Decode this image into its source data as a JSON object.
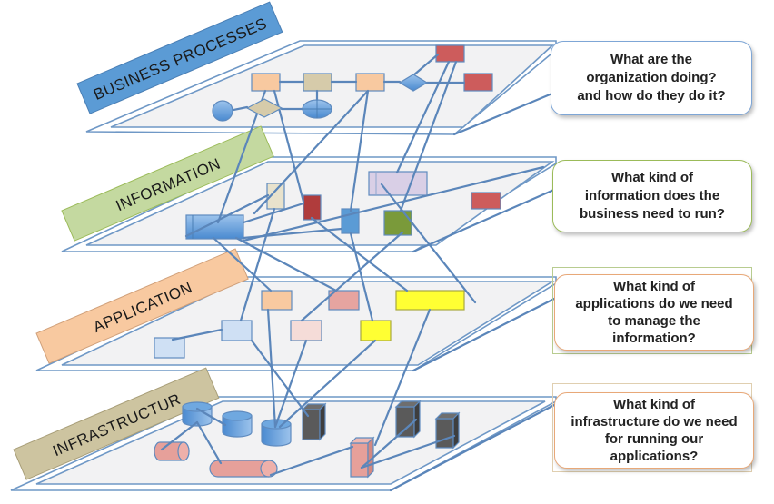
{
  "layers": [
    {
      "id": "business",
      "label": "BUSINESS PROCESSES",
      "label_color": "#5b9bd5",
      "question": "What are the organization doing? and how do they do it?",
      "question_lines": [
        "What are the",
        "organization doing?",
        "and how do they do it?"
      ],
      "question_border": "#7ea6d6",
      "elements": [
        {
          "kind": "process",
          "color": "#f8c9a0",
          "name": "process-box-1"
        },
        {
          "kind": "process",
          "color": "#d6cbaa",
          "name": "process-box-2"
        },
        {
          "kind": "process",
          "color": "#f8c9a0",
          "name": "process-box-3"
        },
        {
          "kind": "decision",
          "color": "#5b9bd5",
          "name": "decision-diamond-blue"
        },
        {
          "kind": "process",
          "color": "#cd5c5c",
          "name": "red-box-top"
        },
        {
          "kind": "process",
          "color": "#cd5c5c",
          "name": "red-box-right"
        },
        {
          "kind": "start",
          "color": "#5b9bd5",
          "name": "start-circle"
        },
        {
          "kind": "decision",
          "color": "#d6cbaa",
          "name": "decision-diamond-tan"
        },
        {
          "kind": "merge",
          "color": "#5b9bd5",
          "name": "merge-ellipse"
        }
      ]
    },
    {
      "id": "information",
      "label": "INFORMATION",
      "label_color": "#c4d9a0",
      "question": "What kind of information does the business need to run?",
      "question_lines": [
        "What kind of",
        "information does the",
        "business need to run?"
      ],
      "question_border": "#9bbb59",
      "elements": [
        {
          "kind": "entity",
          "color": "#6fa8e0",
          "name": "entity-blue-large"
        },
        {
          "kind": "entity",
          "color": "#e8e2cc",
          "name": "entity-beige"
        },
        {
          "kind": "entity",
          "color": "#b03c3c",
          "name": "entity-dark-red"
        },
        {
          "kind": "entity",
          "color": "#5b9bd5",
          "name": "entity-blue-small"
        },
        {
          "kind": "entity",
          "color": "#d9cfe6",
          "name": "entity-lavender"
        },
        {
          "kind": "entity",
          "color": "#7a9a3a",
          "name": "entity-olive"
        },
        {
          "kind": "entity",
          "color": "#cd5c5c",
          "name": "entity-red"
        }
      ]
    },
    {
      "id": "application",
      "label": "APPLICATION",
      "label_color": "#f8c9a0",
      "question": "What kind of applications do we need to manage the information?",
      "question_lines": [
        "What kind of",
        "applications do we need",
        "to manage the",
        "information?"
      ],
      "question_border": "#e8a878",
      "elements": [
        {
          "kind": "app",
          "color": "#cfe0f4",
          "name": "app-light-blue-1"
        },
        {
          "kind": "app",
          "color": "#cfe0f4",
          "name": "app-light-blue-2"
        },
        {
          "kind": "app",
          "color": "#f8c9a0",
          "name": "app-orange"
        },
        {
          "kind": "app",
          "color": "#f5dcd8",
          "name": "app-pink-light"
        },
        {
          "kind": "app",
          "color": "#e6a4a0",
          "name": "app-rose"
        },
        {
          "kind": "app",
          "color": "#ffff33",
          "name": "app-yellow-small"
        },
        {
          "kind": "app",
          "color": "#ffff33",
          "name": "app-yellow-wide"
        }
      ]
    },
    {
      "id": "infrastructure",
      "label": "INFRASTRUCTUR",
      "label_color": "#cdc4a0",
      "question": "What kind of infrastructure do we need for running our applications?",
      "question_lines": [
        "What kind of",
        "infrastructure do we need",
        "for running our",
        "applications?"
      ],
      "question_border": "#e8a878",
      "elements": [
        {
          "kind": "database",
          "color": "#5b9bd5",
          "name": "database-1"
        },
        {
          "kind": "database",
          "color": "#5b9bd5",
          "name": "database-2"
        },
        {
          "kind": "database",
          "color": "#5b9bd5",
          "name": "database-3"
        },
        {
          "kind": "server",
          "color": "#5a5a5a",
          "name": "server-dark-1"
        },
        {
          "kind": "server",
          "color": "#5a5a5a",
          "name": "server-dark-2"
        },
        {
          "kind": "server",
          "color": "#5a5a5a",
          "name": "server-dark-3"
        },
        {
          "kind": "server",
          "color": "#e6a09a",
          "name": "server-pink"
        },
        {
          "kind": "pipe",
          "color": "#e6a09a",
          "name": "pipe-short"
        },
        {
          "kind": "pipe",
          "color": "#e6a09a",
          "name": "pipe-long"
        }
      ]
    }
  ],
  "colors": {
    "link": "#5b86ba",
    "plane_border": "#6f98c6",
    "plane_fill": "#f2f2f3"
  }
}
